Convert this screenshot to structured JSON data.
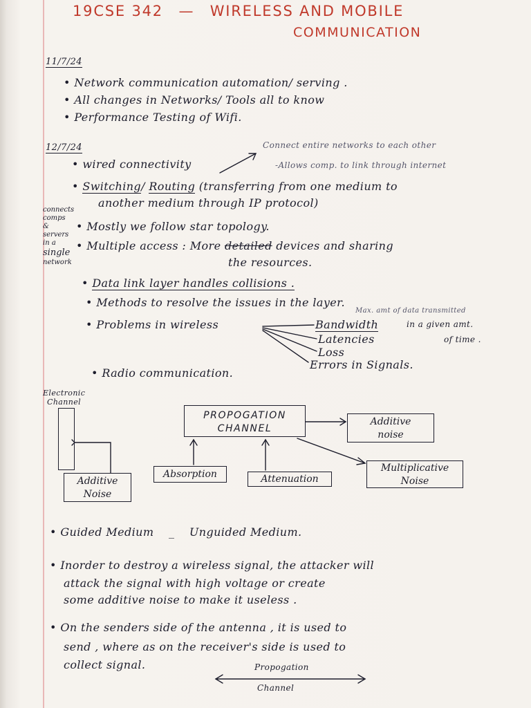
{
  "header": {
    "course_code": "19CSE 342",
    "dash": "—",
    "title_line1": "WIRELESS AND MOBILE",
    "title_line2": "COMMUNICATION"
  },
  "section1": {
    "date": "11/7/24",
    "bullets": [
      "Network communication automation/ serving .",
      "All changes in Networks/ Tools all to know",
      "Performance Testing of Wifi."
    ]
  },
  "section2": {
    "date": "12/7/24",
    "wired": "wired connectivity",
    "wired_note_line1": "Connect entire networks to each other",
    "wired_note_line2": "-Allows comp. to link through internet",
    "switching_a": "Switching",
    "switching_sep": "/",
    "switching_b": "Routing",
    "switching_rest": "(transferring from one medium to",
    "switching_rest2": "another medium through IP protocol)",
    "side_note": [
      "connects",
      "comps",
      "&",
      "servers",
      "in a",
      "single",
      "network"
    ],
    "star": "Mostly we follow star topology.",
    "multiple_a": "Multiple access : More",
    "multiple_strike": "detailed",
    "multiple_b": "devices and sharing",
    "multiple_c": "the resources.",
    "datalink": "Data link layer handles collisions .",
    "methods": "Methods to resolve the issues in the layer.",
    "problems": "Problems in wireless",
    "problem_note_line1": "Max. amt of data transmitted",
    "problem_note_line2": "in a given amt.",
    "problem_note_line3": "of time .",
    "problems_list": [
      "Bandwidth",
      "Latencies",
      "Loss",
      "Errors in Signals."
    ],
    "radio": "Radio communication."
  },
  "diagram": {
    "electronic_channel": [
      "Electronic",
      "Channel"
    ],
    "propagation": [
      "PROPOGATION",
      "CHANNEL"
    ],
    "additive_noise_right": [
      "Additive",
      "noise"
    ],
    "multiplicative": [
      "Multiplicative",
      "Noise"
    ],
    "absorption": "Absorption",
    "attenuation": "Attenuation",
    "additive_noise_left": [
      "Additive",
      "Noise"
    ]
  },
  "section3": {
    "guided": "Guided Medium",
    "dash": "_",
    "unguided": "Unguided Medium.",
    "para1": [
      "Inorder to destroy a wireless signal, the attacker will",
      "attack the signal with high voltage or create",
      "some additive noise to make it useless ."
    ],
    "para2": [
      "On the senders side of the antenna , it is used to",
      "send , where as on the receiver's side is used to",
      "collect signal."
    ],
    "arrow_top": "Propogation",
    "arrow_bottom": "Channel"
  }
}
